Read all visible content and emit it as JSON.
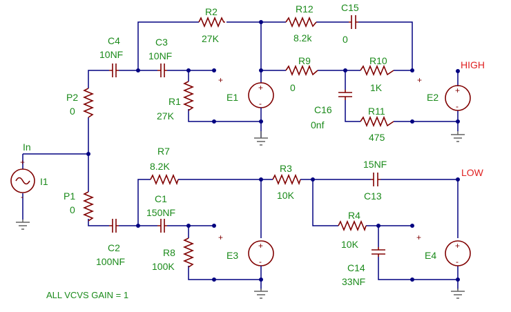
{
  "labels": {
    "R2": "R2",
    "R2_val": "27K",
    "R12": "R12",
    "R12_val": "8.2k",
    "C15": "C15",
    "C15_val": "0",
    "C4": "C4",
    "C4_val": "10NF",
    "C3": "C3",
    "C3_val": "10NF",
    "R9": "R9",
    "R9_val": "0",
    "R10": "R10",
    "R10_val": "1K",
    "P2": "P2",
    "P2_val": "0",
    "R1": "R1",
    "R1_val": "27K",
    "E1": "E1",
    "C16": "C16",
    "C16_val": "0nf",
    "R11": "R11",
    "R11_val": "475",
    "E2": "E2",
    "HIGH": "HIGH",
    "In": "In",
    "I1": "I1",
    "R7": "R7",
    "R7_val": "8.2K",
    "R3": "R3",
    "R3_val": "10K",
    "C13_val": "15NF",
    "C13": "C13",
    "LOW": "LOW",
    "P1": "P1",
    "P1_val": "0",
    "C1": "C1",
    "C1_val": "150NF",
    "R4": "R4",
    "R4_val": "10K",
    "C2": "C2",
    "C2_val": "100NF",
    "R8": "R8",
    "R8_val": "100K",
    "E3": "E3",
    "C14": "C14",
    "C14_val": "33NF",
    "E4": "E4",
    "note": "ALL VCVS GAIN = 1",
    "plus": "+",
    "minus": "-"
  },
  "colors": {
    "wire": "#000080",
    "component": "#800000",
    "label": "#1a8a1a",
    "output_label": "#e02020",
    "ground": "#606060"
  }
}
